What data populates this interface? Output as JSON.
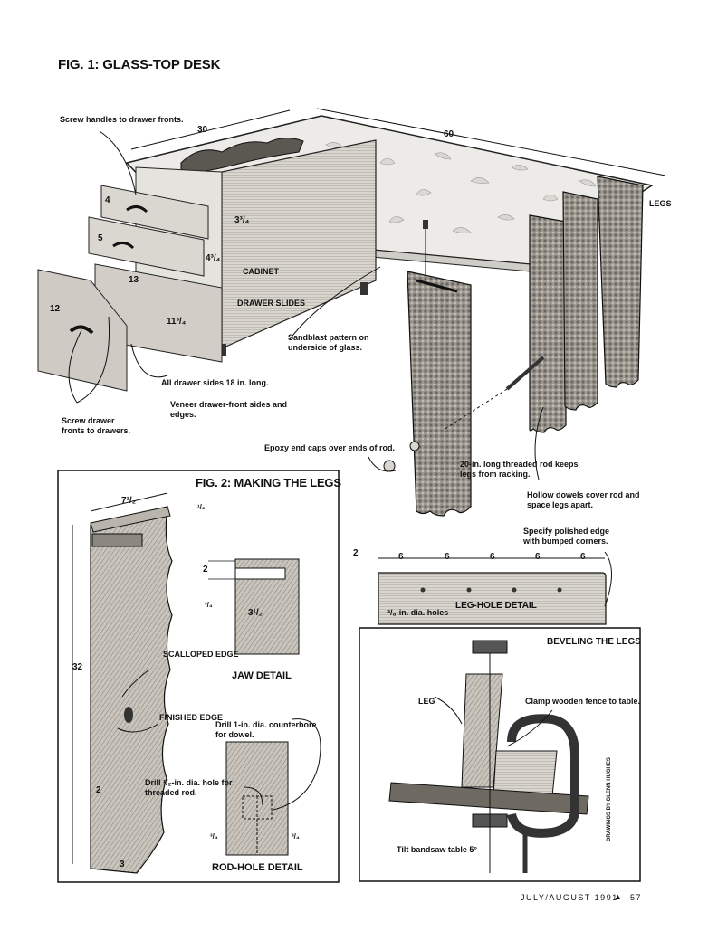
{
  "fig1": {
    "title": "FIG. 1: GLASS-TOP DESK",
    "labels": {
      "handles": "Screw handles to drawer fronts.",
      "cabinet": "CABINET",
      "drawer_slides": "DRAWER SLIDES",
      "sandblast": "Sandblast pattern on underside of glass.",
      "drawer_sides": "All drawer sides 18 in. long.",
      "veneer": "Veneer drawer-front sides and edges.",
      "screw_fronts": "Screw drawer fronts to drawers.",
      "legs": "LEGS",
      "epoxy": "Epoxy end caps over ends of rod.",
      "threaded_rod": "20-in. long threaded rod keeps legs from racking.",
      "dowels": "Hollow dowels cover rod and space legs apart."
    },
    "dims": {
      "d30": "30",
      "d60": "60",
      "d4": "4",
      "d5": "5",
      "d13": "13",
      "d12": "12",
      "d3_3_4": "3³/₄",
      "d4_3_4": "4³/₄",
      "d11_3_4": "11³/₄"
    }
  },
  "fig2": {
    "title": "FIG. 2: MAKING THE LEGS",
    "dims": {
      "d7_1_2": "7¹/₂",
      "d1_2": "¹/₂",
      "d32": "32",
      "d2": "2",
      "d3": "3",
      "jaw_2": "2",
      "jaw_3_4": "³/₄",
      "jaw_3_1_2": "3¹/₂",
      "rod_3_4_left": "³/₄",
      "rod_3_4_right": "³/₄"
    },
    "labels": {
      "scalloped": "SCALLOPED EDGE",
      "finished": "FINISHED EDGE",
      "jaw_detail": "JAW DETAIL",
      "counterbore": "Drill 1-in. dia. counterbore for dowel.",
      "threaded_hole": "Drill ¹/₂-in. dia. hole for threaded rod.",
      "rod_hole_detail": "ROD-HOLE DETAIL"
    }
  },
  "leg_hole": {
    "title": "LEG-HOLE DETAIL",
    "spacing": [
      "6",
      "6",
      "6",
      "6",
      "6"
    ],
    "edge_dim": "2",
    "holes": "³/₈-in. dia. holes",
    "polished": "Specify polished edge with bumped corners."
  },
  "beveling": {
    "title": "BEVELING THE LEGS",
    "leg": "LEG",
    "clamp": "Clamp wooden fence to table.",
    "tilt": "Tilt bandsaw table 5°"
  },
  "credit": "DRAWINGS BY GLENN HUGHES",
  "footer": {
    "issue": "JULY/AUGUST 1991",
    "page": "57"
  },
  "colors": {
    "ink": "#111111",
    "wood_light": "#d6d3cc",
    "wood_mid": "#a9a59d",
    "wood_dark": "#6f6b64",
    "glass": "#e9e9e6"
  }
}
